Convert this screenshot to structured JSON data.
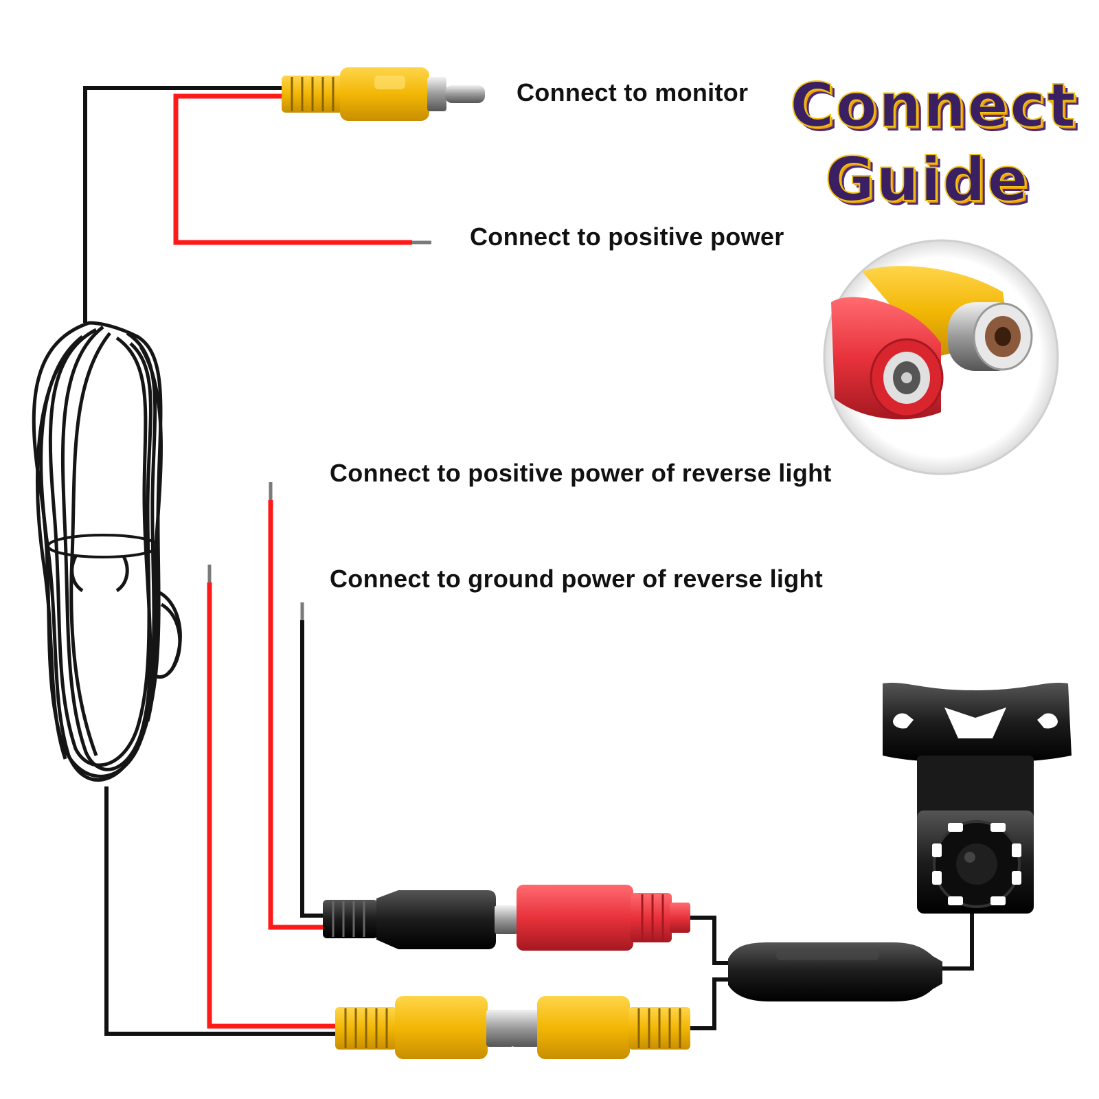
{
  "guide": {
    "title_line1": "Connect",
    "title_line2": "Guide"
  },
  "labels": {
    "monitor": "Connect to monitor",
    "positive_power": "Connect to positive power",
    "reverse_positive": "Connect to positive power of reverse light",
    "reverse_ground": "Connect to ground power of reverse light"
  },
  "colors": {
    "wire_black": "#111111",
    "wire_red": "#ff1a1a",
    "rca_yellow": "#f2b705",
    "dc_red": "#e8323c",
    "dc_black": "#1c1c1c",
    "title_fill": "#3b1f63",
    "title_outline": "#f1c40f"
  },
  "icons": [
    "rca-plug-icon",
    "dc-plug-icon",
    "camera-icon",
    "led-icon",
    "cable-coil-icon"
  ]
}
